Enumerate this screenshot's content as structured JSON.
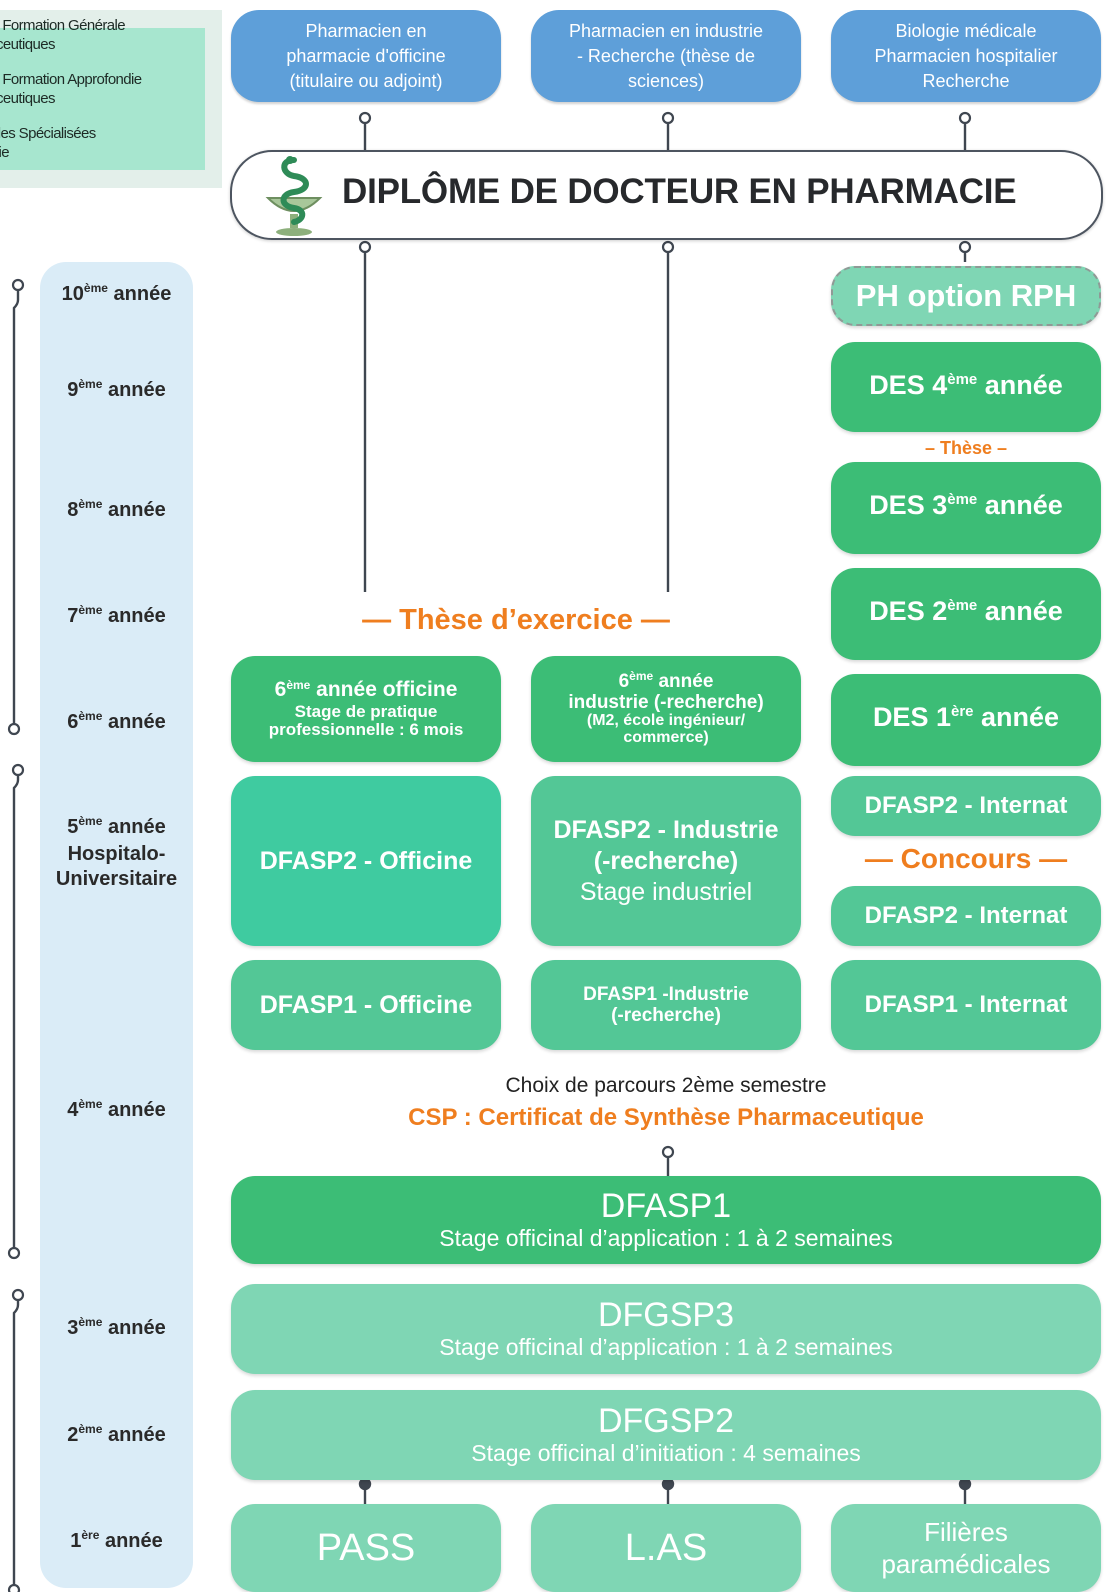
{
  "legend": {
    "items": [
      "e de Formation Générale\nrmaceutiques",
      "e de Formation Approfondie\nrmaceutiques",
      "Etudes Spécialisées\nmacie"
    ]
  },
  "careers": [
    "Pharmacien en\npharmacie d'officine\n(titulaire ou adjoint)",
    "Pharmacien en industrie\n- Recherche (thèse de\nsciences)",
    "Biologie médicale\nPharmacien hospitalier\nRecherche"
  ],
  "diploma": {
    "title": "DIPLÔME DE DOCTEUR EN PHARMACIE"
  },
  "years": [
    {
      "num": "10",
      "sup": "ème",
      "label": "année"
    },
    {
      "num": "9",
      "sup": "ème",
      "label": "année"
    },
    {
      "num": "8",
      "sup": "ème",
      "label": "année"
    },
    {
      "num": "7",
      "sup": "ème",
      "label": "année"
    },
    {
      "num": "6",
      "sup": "ème",
      "label": "année"
    },
    {
      "num": "5",
      "sup": "ème",
      "label": "année",
      "extra1": "Hospitalo-",
      "extra2": "Universitaire"
    },
    {
      "num": "4",
      "sup": "ème",
      "label": "année"
    },
    {
      "num": "3",
      "sup": "ème",
      "label": "année"
    },
    {
      "num": "2",
      "sup": "ème",
      "label": "année"
    },
    {
      "num": "1",
      "sup": "ère",
      "label": "année"
    }
  ],
  "hospital": {
    "ph_option": "PH option RPH",
    "des4": {
      "pre": "DES 4",
      "sup": "ème",
      "post": " année"
    },
    "these": "– Thèse –",
    "des3": {
      "pre": "DES 3",
      "sup": "ème",
      "post": " année"
    },
    "des2": {
      "pre": "DES 2",
      "sup": "ème",
      "post": " année"
    },
    "des1": {
      "pre": "DES 1",
      "sup": "ère",
      "post": " année"
    },
    "internat_top": "DFASP2 - Internat",
    "concours": "— Concours —",
    "internat_mid": "DFASP2 - Internat",
    "internat_dfasp1": "DFASP1 - Internat"
  },
  "these_exercice": "— Thèse d’exercice —",
  "officine": {
    "year6_title_pre": "6",
    "year6_title_sup": "ème",
    "year6_title_post": " année officine",
    "year6_line2": "Stage de pratique",
    "year6_line3": "professionnelle : 6 mois",
    "dfasp2": "DFASP2 - Officine",
    "dfasp1": "DFASP1 - Officine"
  },
  "industrie": {
    "year6_line1_pre": "6",
    "year6_line1_sup": "ème",
    "year6_line1_post": " année",
    "year6_line2": "industrie (-recherche)",
    "year6_line3": "(M2, école ingénieur/",
    "year6_line4": "commerce)",
    "dfasp2_line1": "DFASP2 - Industrie",
    "dfasp2_line2": "(-recherche)",
    "dfasp2_line3": "Stage industriel",
    "dfasp1_line1": "DFASP1 -Industrie",
    "dfasp1_line2": "(-recherche)"
  },
  "choix": {
    "line1": "Choix de parcours 2ème semestre",
    "line2": "CSP : Certificat de Synthèse Pharmaceutique"
  },
  "common": {
    "dfasp1": {
      "title": "DFASP1",
      "sub": "Stage officinal d’application : 1 à 2 semaines"
    },
    "dfgsp3": {
      "title": "DFGSP3",
      "sub": "Stage officinal d’application : 1 à 2 semaines"
    },
    "dfgsp2": {
      "title": "DFGSP2",
      "sub": "Stage officinal d’initiation : 4 semaines"
    }
  },
  "entries": {
    "pass": "PASS",
    "las": "L.AS",
    "paramed_line1": "Filières",
    "paramed_line2": "paramédicales"
  },
  "colors": {
    "career_blue": "#5e9fd9",
    "green_dark": "#3cbd76",
    "green_mid": "#53c796",
    "green_light": "#7fd6b4",
    "orange": "#ef7e1f",
    "year_column": "#daecf7"
  }
}
